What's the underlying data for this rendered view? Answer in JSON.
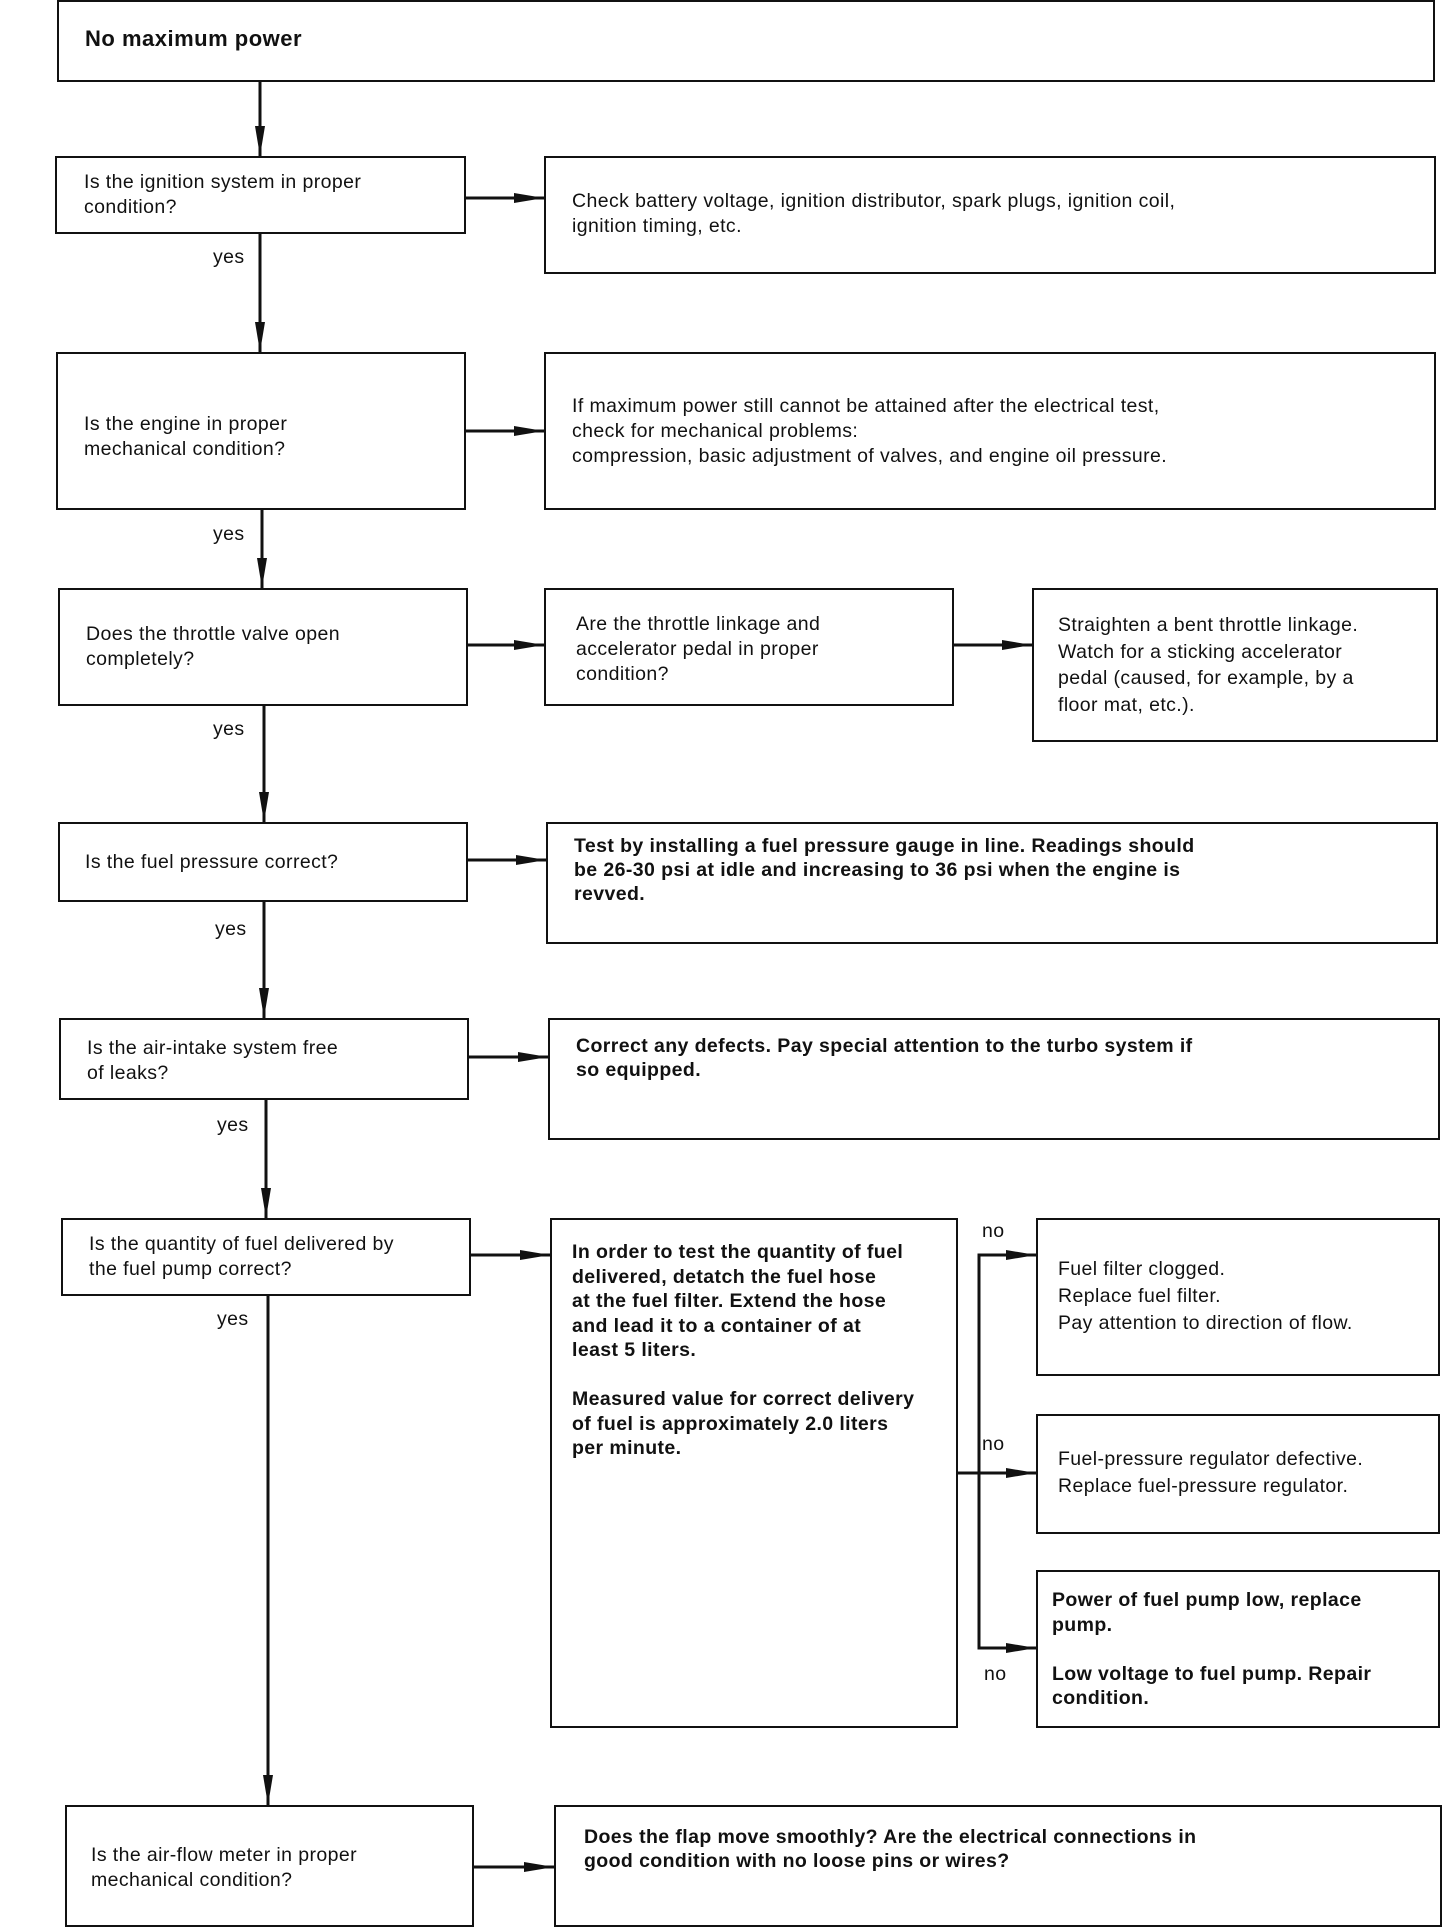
{
  "title": "No maximum power",
  "questions": [
    "Is the ignition system in proper\ncondition?",
    "Is the engine in proper\nmechanical condition?",
    "Does the throttle valve open\ncompletely?",
    "Is the fuel pressure correct?",
    "Is the air-intake system free\nof leaks?",
    "Is the quantity of fuel delivered by\nthe fuel pump correct?",
    "Is the air-flow meter in proper\nmechanical condition?"
  ],
  "actions": {
    "ignition": "Check battery voltage, ignition distributor, spark plugs, ignition coil,\nignition timing, etc.",
    "mechanical": "If maximum power still cannot be attained after the electrical test,\ncheck for mechanical problems:\ncompression, basic adjustment of valves, and engine oil pressure.",
    "linkage_question": "Are the throttle linkage and\naccelerator pedal in proper\ncondition?",
    "linkage_fix": "Straighten a bent throttle linkage.\nWatch for a sticking accelerator\npedal (caused, for example, by a\nfloor mat, etc.).",
    "fuel_pressure": "Test by installing a fuel pressure gauge in line. Readings should\nbe 26-30 psi at idle and increasing to 36 psi when the engine is\nrevved.",
    "air_intake": "Correct any defects. Pay special attention to the turbo system if\nso equipped.",
    "fuel_quantity": "In order to test the quantity of fuel\ndelivered, detatch the fuel hose\nat the fuel filter. Extend the hose\nand lead it to a container of at\nleast 5 liters.\n\nMeasured value for correct delivery\nof fuel is approximately 2.0 liters\nper minute.",
    "filter": "Fuel filter clogged.\nReplace fuel filter.\nPay attention to direction of flow.",
    "regulator": "Fuel-pressure regulator defective.\nReplace fuel-pressure regulator.",
    "pump": "Power of fuel pump low, replace\npump.\n\nLow voltage to fuel pump. Repair\ncondition.",
    "airflow": "Does the flap move smoothly? Are the electrical connections in\ngood condition with no loose pins or wires?"
  },
  "labels": {
    "yes": "yes",
    "no": "no"
  }
}
